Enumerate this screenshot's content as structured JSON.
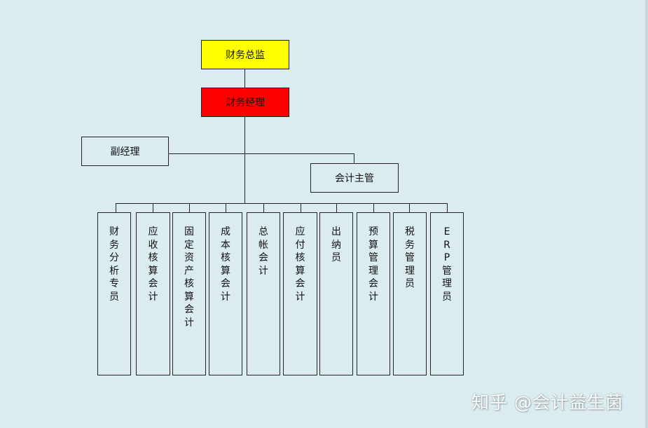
{
  "org_chart": {
    "director": "财务总监",
    "manager": "财务经理",
    "deputy": "副经理",
    "accounting_supervisor": "会计主管",
    "positions": [
      "财务分析专员",
      "应收核算会计",
      "固定资产核算会计",
      "成本核算会计",
      "总帐会计",
      "应付核算会计",
      "出纳员",
      "预算管理会计",
      "税务管理员",
      "ERP管理员"
    ]
  },
  "colors": {
    "background": "#dbecf1",
    "director_fill": "#ffff00",
    "manager_fill": "#ff0000",
    "line": "#222222"
  },
  "watermark": "知乎 @会计益生菌"
}
